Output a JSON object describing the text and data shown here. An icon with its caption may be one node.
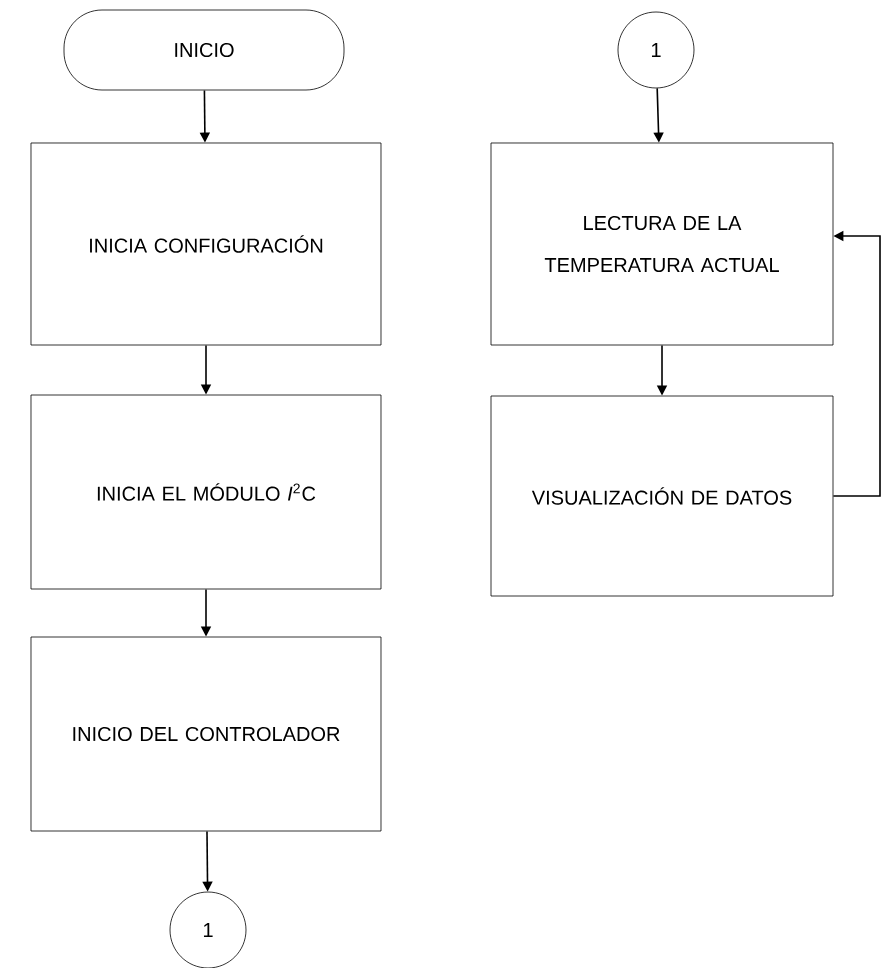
{
  "diagram": {
    "nodes": [
      {
        "text": [
          "INICIO"
        ]
      },
      {
        "text": [
          "INICIA CONFIGURACIÓN"
        ]
      },
      {
        "text": [
          "INICIA EL MÓDULO *I*$^{2}$C"
        ]
      },
      {
        "text": [
          "INICIO DEL CONTROLADOR"
        ]
      },
      {
        "text": [
          "1"
        ]
      },
      {
        "text": [
          "1"
        ]
      },
      {
        "text": [
          "LECTURA DE LA TEMPERATURA ACTUAL"
        ]
      },
      {
        "text": [
          "VISUALIZACIÓN DE DATOS"
        ]
      }
    ],
    "edges": [
      {
        "from": 0,
        "to": 1,
        "arrow": "to"
      },
      {
        "from": 1,
        "to": 2,
        "arrow": "to"
      },
      {
        "from": 2,
        "to": 3,
        "arrow": "to"
      },
      {
        "from": 3,
        "to": 4,
        "arrow": "to"
      },
      {
        "from": 5,
        "to": 6,
        "arrow": "to"
      },
      {
        "from": 6,
        "to": 7,
        "arrow": "to"
      },
      {
        "from": 7,
        "to": 6,
        "arrow": "to"
      }
    ]
  }
}
